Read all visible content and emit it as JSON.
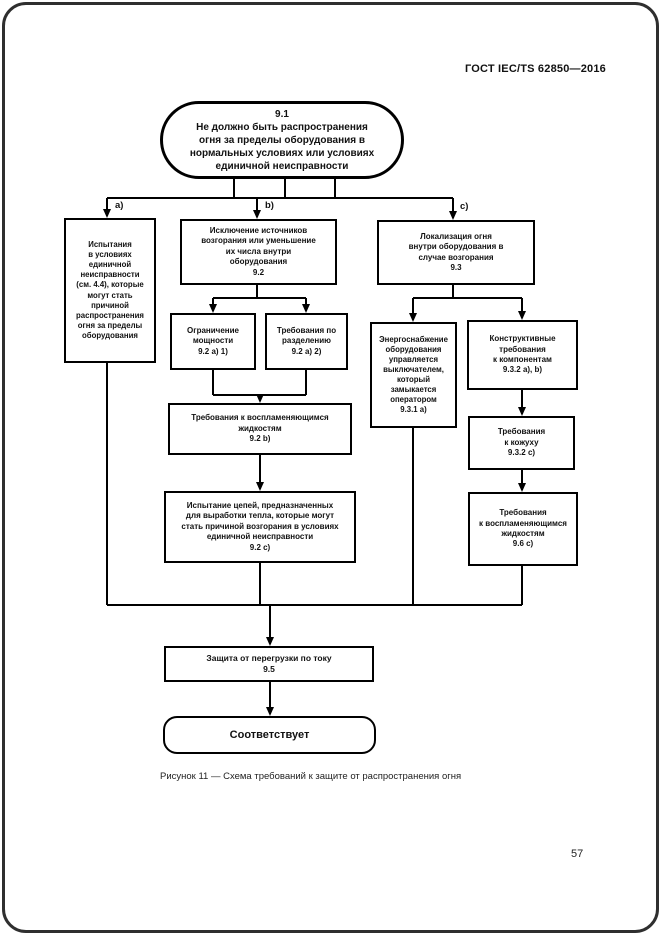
{
  "page": {
    "header": "ГОСТ IEC/TS 62850—2016",
    "caption": "Рисунок 11 — Схема требований к защите от распространения огня",
    "page_number": "57"
  },
  "colors": {
    "ink": "#000000",
    "paper": "#ffffff",
    "page_border": "#2f2f2f"
  },
  "flowchart": {
    "branch_labels": {
      "a": "а)",
      "b": "b)",
      "c": "с)"
    },
    "nodes": {
      "start": {
        "text": "9.1\nНе должно быть распространения\nогня за пределы оборудования в\nнормальных условиях или условиях\nединичной неисправности"
      },
      "fault_tests": {
        "text": "Испытания\nв условиях\nединичной\nнеисправности\n(см. 4.4), которые\nмогут стать\nпричиной\nраспространения\nогня за пределы\nоборудования"
      },
      "ignition": {
        "text": "Исключение источников\nвозгорания или уменьшение\nих числа внутри\nоборудования\n9.2"
      },
      "containment": {
        "text": "Локализация огня\nвнутри оборудования в\nслучае возгорания\n9.3"
      },
      "power_limit": {
        "text": "Ограничение\nмощности\n9.2 a) 1)"
      },
      "separation": {
        "text": "Требования по\nразделению\n9.2 a) 2)"
      },
      "liquids_b": {
        "text": "Требования к воспламеняющимся\nжидкостям\n9.2 b)"
      },
      "heat_test": {
        "text": "Испытание цепей, предназначенных\nдля выработки тепла, которые могут\nстать причиной возгорания в условиях\nединичной неисправности\n9.2 c)"
      },
      "energy_switch": {
        "text": "Энергоснабжение\nоборудования\nуправляется\nвыключателем,\nкоторый\nзамыкается\nоператором\n9.3.1 a)"
      },
      "construction": {
        "text": "Конструктивные\nтребования\nк компонентам\n9.3.2 a), b)"
      },
      "enclosure": {
        "text": "Требования\nк кожуху\n9.3.2 c)"
      },
      "liquids_c": {
        "text": "Требования\nк воспламеняющимся\nжидкостям\n9.6 c)"
      },
      "overcurrent": {
        "text": "Защита от перегрузки по току\n9.5"
      },
      "complies": {
        "text": "Соответствует"
      }
    }
  }
}
